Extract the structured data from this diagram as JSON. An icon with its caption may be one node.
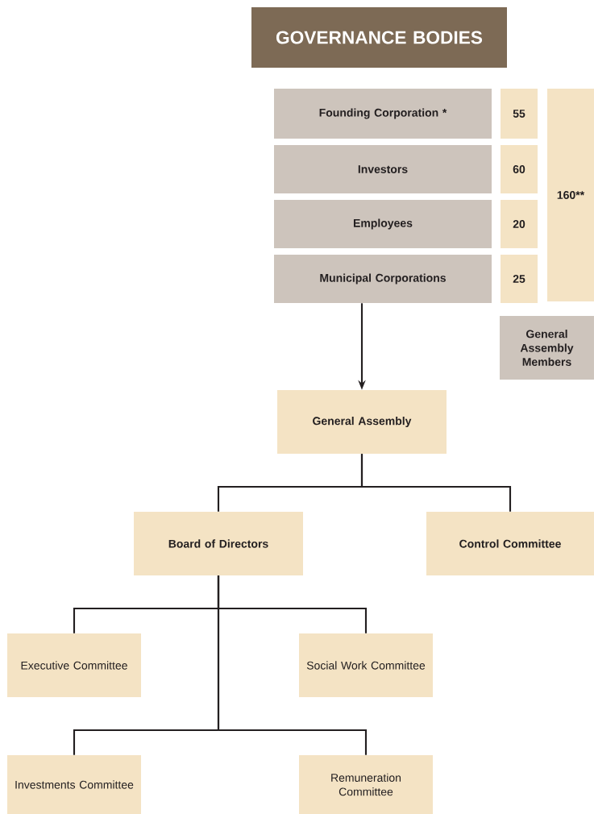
{
  "diagram": {
    "nodes": [
      {
        "text": [
          "GOVERNANCE BODIES"
        ]
      },
      {
        "text": [
          "Founding Corporation *"
        ]
      },
      {
        "text": [
          "55"
        ]
      },
      {
        "text": [
          "Investors"
        ]
      },
      {
        "text": [
          "60"
        ]
      },
      {
        "text": [
          "Employees"
        ]
      },
      {
        "text": [
          "20"
        ]
      },
      {
        "text": [
          "Municipal Corporations"
        ]
      },
      {
        "text": [
          "25"
        ]
      },
      {
        "text": [
          "160**"
        ]
      },
      {
        "text": [
          "General Assembly Members"
        ]
      },
      {
        "text": [
          "General Assembly"
        ]
      },
      {
        "text": [
          "Board of Directors"
        ]
      },
      {
        "text": [
          "Control Committee"
        ]
      },
      {
        "text": [
          "Executive Committee"
        ]
      },
      {
        "text": [
          "Social Work Committee"
        ]
      },
      {
        "text": [
          "Investments Committee"
        ]
      },
      {
        "text": [
          "Remuneration Committee"
        ]
      }
    ],
    "edges": [
      {
        "from": 7,
        "to": 11,
        "arrow": "to"
      },
      {
        "from": 11,
        "to": 12,
        "arrow": "none"
      },
      {
        "from": 11,
        "to": 13,
        "arrow": "none"
      },
      {
        "from": 12,
        "to": 14,
        "arrow": "none"
      },
      {
        "from": 12,
        "to": 15,
        "arrow": "none"
      },
      {
        "from": 12,
        "to": 16,
        "arrow": "none"
      },
      {
        "from": 12,
        "to": 17,
        "arrow": "none"
      }
    ]
  }
}
